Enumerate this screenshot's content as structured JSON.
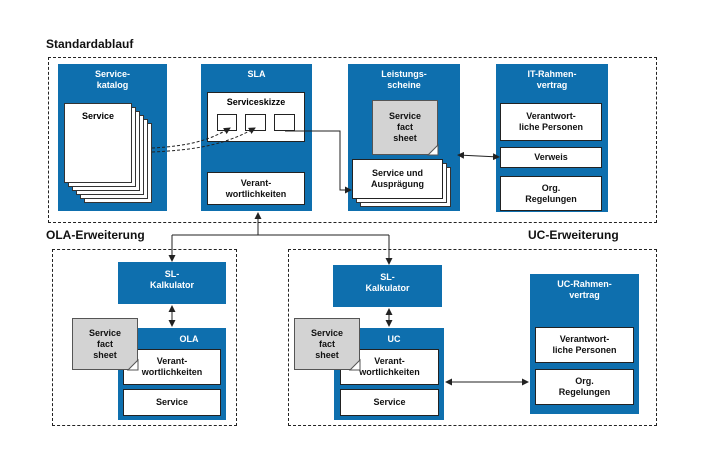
{
  "sections": {
    "standard": "Standardablauf",
    "ola": "OLA-Erweiterung",
    "uc": "UC-Erweiterung"
  },
  "standard": {
    "servicekatalog": {
      "title": "Service-\nkatalog",
      "doc_label": "Service"
    },
    "sla": {
      "title": "SLA",
      "skizze": "Serviceskizze",
      "verantwortlichkeiten": "Verant-\nwortlichkeiten"
    },
    "leistungsscheine": {
      "title": "Leistungs-\nscheine",
      "factsheet": "Service\nfact\nsheet",
      "auspraegung": "Service und\nAusprägung"
    },
    "it_rahmenvertrag": {
      "title": "IT-Rahmen-\nvertrag",
      "personen": "Verantwort-\nliche Personen",
      "verweis": "Verweis",
      "regelungen": "Org.\nRegelungen"
    }
  },
  "ola": {
    "kalkulator": "SL-\nKalkulator",
    "factsheet": "Service\nfact\nsheet",
    "title": "OLA",
    "verantwortlichkeiten": "Verant-\nwortlichkeiten",
    "service": "Service"
  },
  "uc": {
    "kalkulator": "SL-\nKalkulator",
    "factsheet": "Service\nfact\nsheet",
    "title": "UC",
    "verantwortlichkeiten": "Verant-\nwortlichkeiten",
    "service": "Service",
    "rahmenvertrag": {
      "title": "UC-Rahmen-\nvertrag",
      "personen": "Verantwort-\nliche Personen",
      "regelungen": "Org.\nRegelungen"
    }
  },
  "colors": {
    "box_blue": "#0e6fae",
    "sheet_gray": "#d3d3d3",
    "line": "#222222"
  }
}
